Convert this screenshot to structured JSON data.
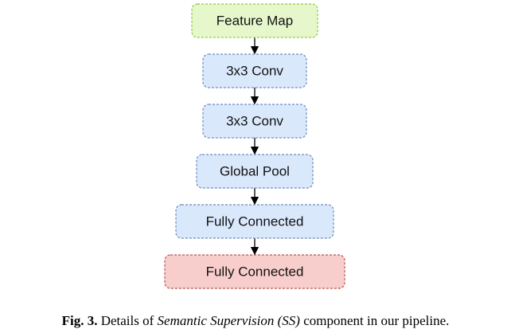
{
  "nodes": [
    {
      "label": "Feature Map",
      "fill": "#e6f7cc",
      "stroke": "#8ccf3a"
    },
    {
      "label": "3x3 Conv",
      "fill": "#dae8fc",
      "stroke": "#6c8ebf"
    },
    {
      "label": "3x3 Conv",
      "fill": "#dae8fc",
      "stroke": "#6c8ebf"
    },
    {
      "label": "Global Pool",
      "fill": "#dae8fc",
      "stroke": "#6c8ebf"
    },
    {
      "label": "Fully Connected",
      "fill": "#dae8fc",
      "stroke": "#6c8ebf"
    },
    {
      "label": "Fully Connected",
      "fill": "#f8cecc",
      "stroke": "#b85450"
    }
  ],
  "edges": [
    [
      0,
      1
    ],
    [
      1,
      2
    ],
    [
      2,
      3
    ],
    [
      3,
      4
    ],
    [
      4,
      5
    ]
  ],
  "caption": {
    "figure_label": "Fig. 3.",
    "text_before": "Details of",
    "italic_term": "Semantic Supervision (SS)",
    "text_after": "component in our pipeline."
  }
}
